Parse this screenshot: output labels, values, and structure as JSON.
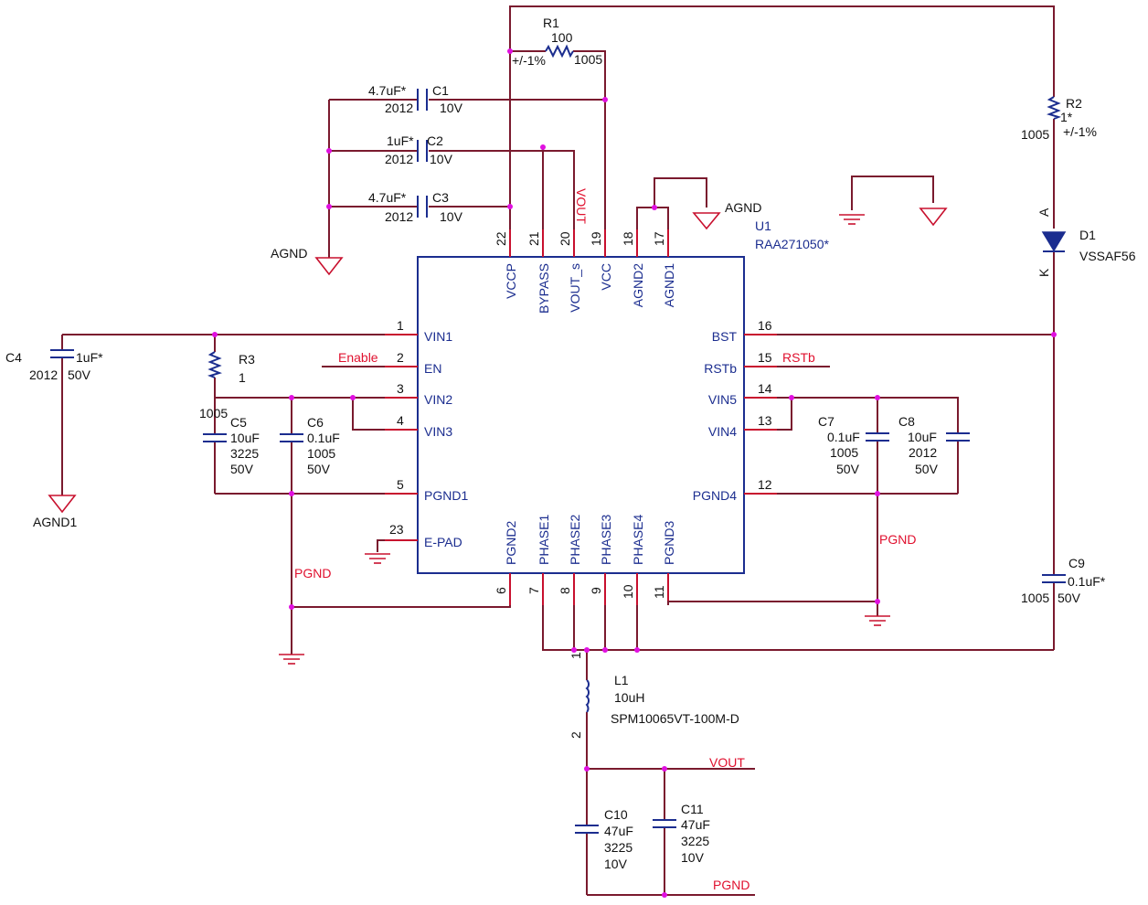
{
  "chip": {
    "ref": "U1",
    "part": "RAA271050*",
    "pins_left": [
      {
        "num": "1",
        "name": "VIN1"
      },
      {
        "num": "2",
        "name": "EN"
      },
      {
        "num": "3",
        "name": "VIN2"
      },
      {
        "num": "4",
        "name": "VIN3"
      },
      {
        "num": "5",
        "name": "PGND1"
      },
      {
        "num": "23",
        "name": "E-PAD"
      }
    ],
    "pins_right": [
      {
        "num": "16",
        "name": "BST"
      },
      {
        "num": "15",
        "name": "RSTb"
      },
      {
        "num": "14",
        "name": "VIN5"
      },
      {
        "num": "13",
        "name": "VIN4"
      },
      {
        "num": "12",
        "name": "PGND4"
      }
    ],
    "pins_top": [
      {
        "num": "22",
        "name": "VCCP"
      },
      {
        "num": "21",
        "name": "BYPASS"
      },
      {
        "num": "20",
        "name": "VOUT_s"
      },
      {
        "num": "19",
        "name": "VCC"
      },
      {
        "num": "18",
        "name": "AGND2"
      },
      {
        "num": "17",
        "name": "AGND1"
      }
    ],
    "pins_bottom": [
      {
        "num": "6",
        "name": "PGND2"
      },
      {
        "num": "7",
        "name": "PHASE1"
      },
      {
        "num": "8",
        "name": "PHASE2"
      },
      {
        "num": "9",
        "name": "PHASE3"
      },
      {
        "num": "10",
        "name": "PHASE4"
      },
      {
        "num": "11",
        "name": "PGND3"
      }
    ]
  },
  "components": {
    "R1": {
      "ref": "R1",
      "value": "100",
      "tol": "+/-1%",
      "size": "1005"
    },
    "R2": {
      "ref": "R2",
      "value": "1*",
      "tol": "+/-1%",
      "size": "1005"
    },
    "R3": {
      "ref": "R3",
      "value": "1",
      "size": "1005"
    },
    "C1": {
      "ref": "C1",
      "value": "4.7uF*",
      "size": "2012",
      "volt": "10V"
    },
    "C2": {
      "ref": "C2",
      "value": "1uF*",
      "size": "2012",
      "volt": "10V"
    },
    "C3": {
      "ref": "C3",
      "value": "4.7uF*",
      "size": "2012",
      "volt": "10V"
    },
    "C4": {
      "ref": "C4",
      "value": "1uF*",
      "size": "2012",
      "volt": "50V"
    },
    "C5": {
      "ref": "C5",
      "value": "10uF",
      "size": "3225",
      "volt": "50V"
    },
    "C6": {
      "ref": "C6",
      "value": "0.1uF",
      "size": "1005",
      "volt": "50V"
    },
    "C7": {
      "ref": "C7",
      "value": "0.1uF",
      "size": "1005",
      "volt": "50V"
    },
    "C8": {
      "ref": "C8",
      "value": "10uF",
      "size": "2012",
      "volt": "50V"
    },
    "C9": {
      "ref": "C9",
      "value": "0.1uF*",
      "size": "1005",
      "volt": "50V"
    },
    "C10": {
      "ref": "C10",
      "value": "47uF",
      "size": "3225",
      "volt": "10V"
    },
    "C11": {
      "ref": "C11",
      "value": "47uF",
      "size": "3225",
      "volt": "10V"
    },
    "D1": {
      "ref": "D1",
      "part": "VSSAF56",
      "anode": "A",
      "cathode": "K"
    },
    "L1": {
      "ref": "L1",
      "value": "10uH",
      "part": "SPM10065VT-100M-D",
      "pin1": "1",
      "pin2": "2"
    }
  },
  "nets": {
    "agnd": "AGND",
    "agnd1": "AGND1",
    "pgnd": "PGND",
    "vout": "VOUT",
    "enable": "Enable",
    "rstb": "RSTb"
  },
  "colors": {
    "wire": "#7a1a2e",
    "body": "#1b2d8f",
    "pin": "#c8102e",
    "junction": "#e010e0",
    "net_label": "#e0102e"
  }
}
